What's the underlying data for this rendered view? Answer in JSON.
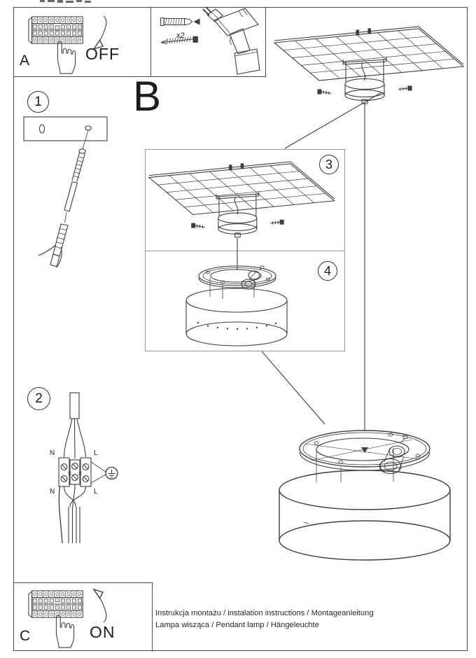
{
  "header_panels": {
    "power_off": {
      "label": "A",
      "action": "OFF"
    },
    "tools": {
      "quantity": "x2"
    }
  },
  "main_label": "B",
  "steps": {
    "step1": {
      "number": "1"
    },
    "step2": {
      "number": "2",
      "wiring_labels": {
        "top_left": "N",
        "top_right": "L",
        "bottom_left": "N",
        "bottom_right": "L"
      }
    },
    "step3": {
      "number": "3"
    },
    "step4": {
      "number": "4"
    }
  },
  "footer_panel": {
    "label": "C",
    "action": "ON"
  },
  "footer": {
    "title_line1": "Instrukcja montażu / instalation instructions / Montageanleitung",
    "title_line2": "Lampa wisząca / Pendant lamp / Hängeleuchte"
  },
  "colors": {
    "line": "#3d3d3d",
    "box_border": "#9a9a9a",
    "background": "#ffffff"
  }
}
